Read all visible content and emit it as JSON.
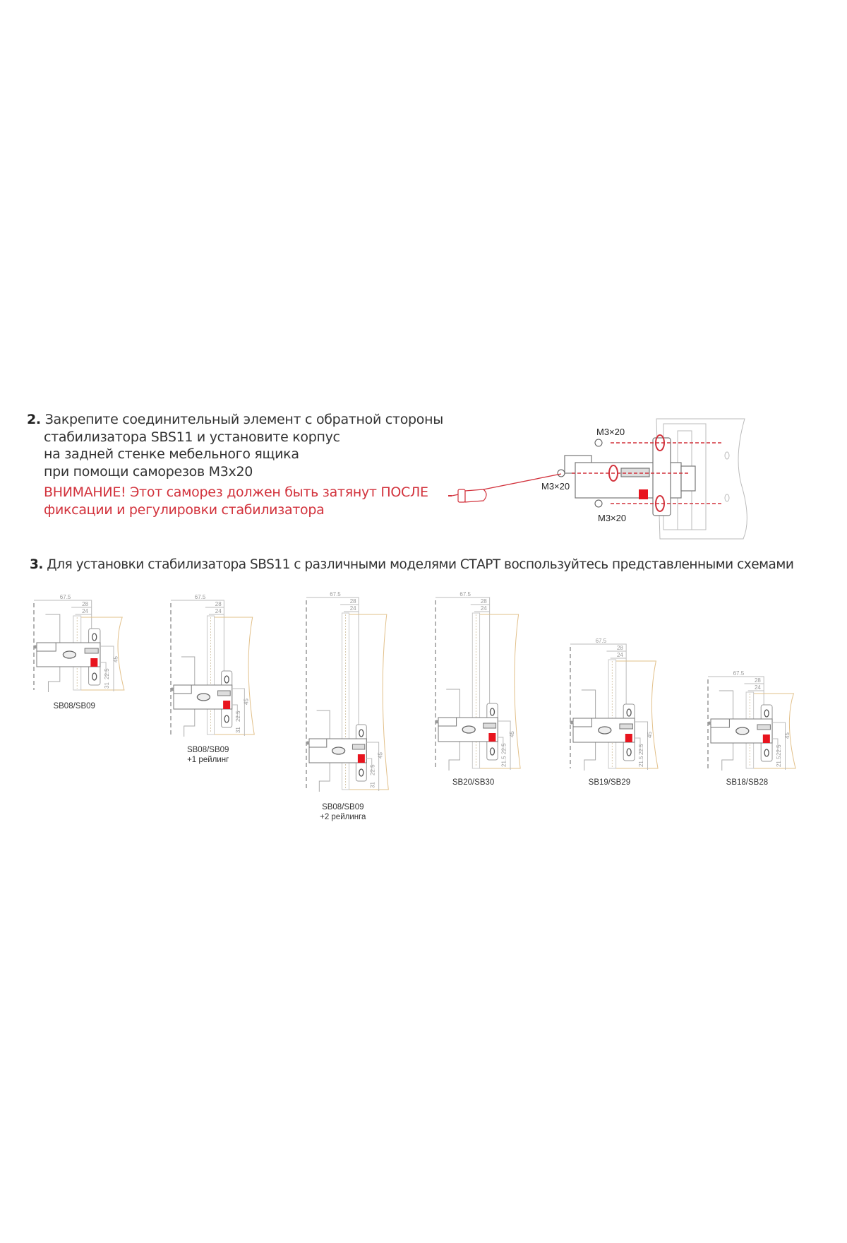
{
  "step2": {
    "number": "2.",
    "lines": [
      "Закрепите соединительный элемент с обратной стороны",
      "стабилизатора SBS11 и установите  корпус",
      "на задней стенке мебельного ящика",
      "при помощи саморезов М3х20"
    ],
    "warning": [
      "ВНИМАНИЕ! Этот саморез должен быть затянут ПОСЛЕ",
      "фиксации и регулировки стабилизатора"
    ],
    "screw_labels": [
      "M3×20",
      "M3×20",
      "M3×20"
    ]
  },
  "step3": {
    "number": "3.",
    "text": "Для установки стабилизатора SBS11 с различными моделями СТАРТ воспользуйтесь представленными схемами"
  },
  "diagrams": [
    {
      "caption": [
        "SB08/SB09"
      ],
      "dims": [
        "67.5",
        "28",
        "24",
        "45",
        "22.5",
        "31"
      ]
    },
    {
      "caption": [
        "SB08/SB09",
        "+1 рейлинг"
      ],
      "dims": [
        "67.5",
        "28",
        "24",
        "45",
        "22.5",
        "31"
      ]
    },
    {
      "caption": [
        "SB08/SB09",
        "+2 рейлинга"
      ],
      "dims": [
        "67.5",
        "28",
        "24",
        "45",
        "22.5",
        "31"
      ]
    },
    {
      "caption": [
        "SB20/SB30"
      ],
      "dims": [
        "67.5",
        "28",
        "24",
        "45",
        "22.5",
        "21.5"
      ]
    },
    {
      "caption": [
        "SB19/SB29"
      ],
      "dims": [
        "67.5",
        "28",
        "24",
        "45",
        "22.5",
        "21.5"
      ]
    },
    {
      "caption": [
        "SB18/SB28"
      ],
      "dims": [
        "67.5",
        "28",
        "24",
        "45",
        "22.5",
        "21.5"
      ]
    }
  ],
  "colors": {
    "text": "#333333",
    "warning": "#d2323c",
    "red_part": "#e8141e",
    "outline": "#8a8a8a",
    "wood": "#e8c9a0"
  }
}
